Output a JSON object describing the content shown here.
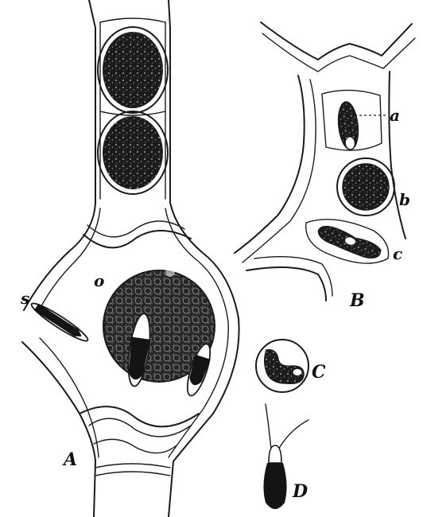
{
  "figure": {
    "labels": {
      "A": "A",
      "B": "B",
      "C": "C",
      "D": "D",
      "a": "a",
      "b": "b",
      "c": "c",
      "o": "o",
      "s": "s"
    },
    "colors": {
      "ink": "#1a1a1a",
      "paper": "#ffffff"
    }
  }
}
